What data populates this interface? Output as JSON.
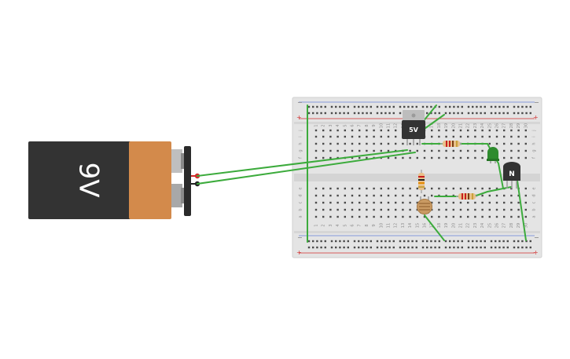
{
  "battery": {
    "label": "9V",
    "body_color": "#333333",
    "cap_color": "#d38a4b"
  },
  "breadboard": {
    "row_letters_top": [
      "j",
      "i",
      "h",
      "g",
      "f"
    ],
    "row_letters_bottom": [
      "e",
      "d",
      "c",
      "b",
      "a"
    ],
    "column_numbers": [
      "1",
      "2",
      "3",
      "4",
      "5",
      "6",
      "7",
      "8",
      "9",
      "10",
      "11",
      "12",
      "13",
      "14",
      "15",
      "16",
      "17",
      "18",
      "19",
      "20",
      "21",
      "22",
      "23",
      "24",
      "25",
      "26",
      "27",
      "28",
      "29",
      "30"
    ],
    "rail_minus": "−",
    "rail_plus": "+",
    "rail_red": "#d33a3a",
    "rail_blue": "#3a5fd3"
  },
  "regulator": {
    "label": "5V"
  },
  "transistor": {
    "label": "N"
  },
  "wire_color": "#3cab3c"
}
